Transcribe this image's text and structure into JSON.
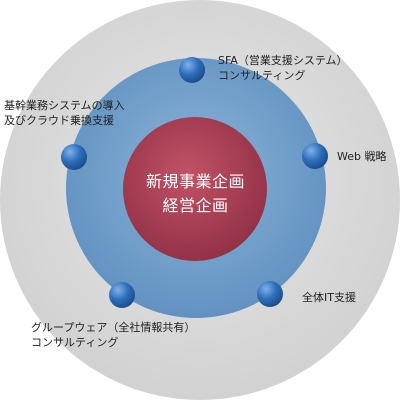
{
  "colors": {
    "outer_ring": "#dcdcdc",
    "middle_ring": "#7aa6ce",
    "core": "#b2425a",
    "node": "#2e6fba",
    "text": "#222222"
  },
  "core": {
    "line1": "新規事業企画",
    "line2": "経営企画"
  },
  "nodes": [
    {
      "line1": "SFA（営業支援システム）",
      "line2": "コンサルティング"
    },
    {
      "line1": "Web 戦略",
      "line2": ""
    },
    {
      "line1": "全体IT支援",
      "line2": ""
    },
    {
      "line1": "グループウェア（全社情報共有）",
      "line2": "コンサルティング"
    },
    {
      "line1": "基幹業務システムの導入",
      "line2": "及びクラウド乗換支援"
    }
  ]
}
